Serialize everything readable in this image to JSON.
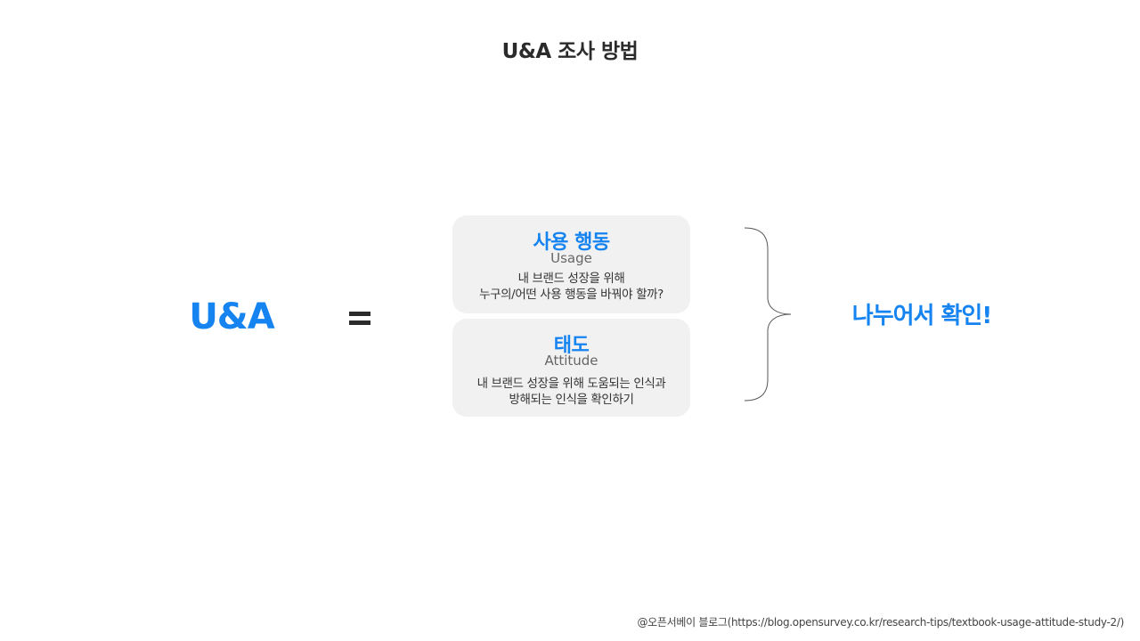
{
  "title": "U&A 조사 방법",
  "left_term": "U&A",
  "operator": "=",
  "cards": [
    {
      "title": "사용 행동",
      "subtitle": "Usage",
      "description_lines": [
        "내 브랜드 성장을 위해",
        "누구의/어떤 사용 행동을 바꿔야 할까?"
      ]
    },
    {
      "title": "태도",
      "subtitle": "Attitude",
      "description_lines": [
        "내 브랜드 성장을 위해 도움되는 인식과",
        "방해되는 인식을 확인하기"
      ]
    }
  ],
  "result": "나누어서 확인!",
  "source": "@오픈서베이 블로그(https://blog.opensurvey.co.kr/research-tips/textbook-usage-attitude-study-2/)",
  "colors": {
    "accent": "#1583f0",
    "card_bg": "#f1f1f1",
    "text_dark": "#2b2b2b"
  }
}
